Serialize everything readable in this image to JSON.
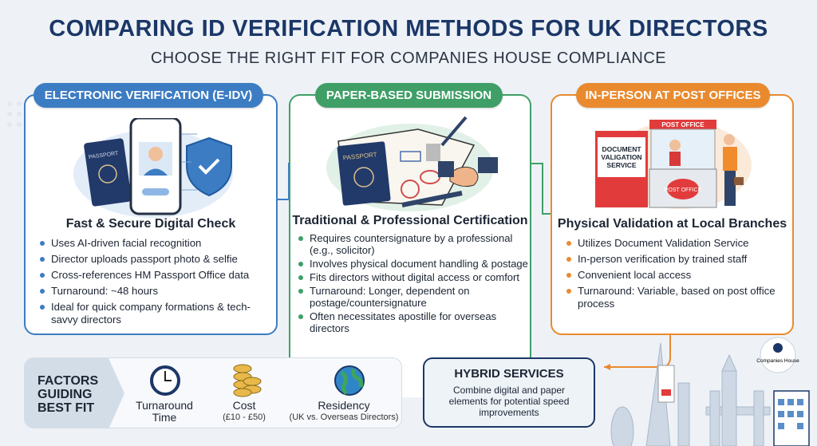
{
  "title": "COMPARING ID VERIFICATION METHODS FOR UK DIRECTORS",
  "subtitle": "CHOOSE THE RIGHT FIT FOR COMPANIES HOUSE COMPLIANCE",
  "colors": {
    "electronic": "#3c7cc3",
    "paper": "#3f9f67",
    "in_person": "#e98a2f",
    "navy": "#1b3767"
  },
  "panels": [
    {
      "header": "ELECTRONIC VERIFICATION (E-IDV)",
      "illustration": "passport-phone-face-shield",
      "passport_text": "PASSPORT",
      "heading": "Fast & Secure Digital Check",
      "bullets": [
        "Uses AI-driven facial recognition",
        "Director uploads passport photo & selfie",
        "Cross-references HM Passport Office data",
        "Turnaround: ~48 hours",
        "Ideal for quick company formations & tech-savvy directors"
      ]
    },
    {
      "header": "PAPER-BASED SUBMISSION",
      "illustration": "passport-stamps-handshake-pen",
      "passport_text": "PASSPORT",
      "heading": "Traditional & Professional Certification",
      "bullets": [
        "Requires countersignature by a professional (e.g., solicitor)",
        "Involves physical document handling & postage",
        "Fits directors without digital access or comfort",
        "Turnaround: Longer, dependent on postage/countersignature",
        "Often necessitates apostille for overseas directors"
      ]
    },
    {
      "header": "IN-PERSON AT POST OFFICES",
      "illustration": "post-office-counter",
      "sign_text": "DOCUMENT VALIGATION SERVICE",
      "booth_text": "POST OFFICE",
      "counter_text": "POST OFFICE",
      "heading": "Physical Validation at Local Branches",
      "bullets": [
        "Utilizes Document Validation Service",
        "In-person verification by trained staff",
        "Convenient local access",
        "Turnaround: Variable, based on post office process"
      ]
    }
  ],
  "factors": {
    "label": "FACTORS GUIDING BEST FIT",
    "items": [
      {
        "icon": "clock-icon",
        "label": "Turnaround Time",
        "note": ""
      },
      {
        "icon": "coins-icon",
        "label": "Cost",
        "note": "(£10 - £50)"
      },
      {
        "icon": "globe-icon",
        "label": "Residency",
        "note": "(UK vs. Overseas Directors)"
      }
    ]
  },
  "hybrid": {
    "title": "HYBRID SERVICES",
    "text": "Combine digital and paper elements for potential speed improvements"
  },
  "companies_house": {
    "label": "Companies House"
  }
}
